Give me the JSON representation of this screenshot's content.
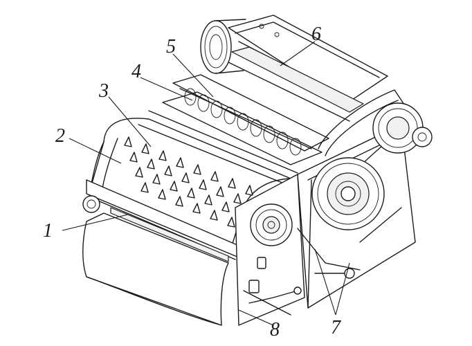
{
  "figure": {
    "callouts": [
      {
        "id": "1",
        "label": "1"
      },
      {
        "id": "2",
        "label": "2"
      },
      {
        "id": "3",
        "label": "3"
      },
      {
        "id": "4",
        "label": "4"
      },
      {
        "id": "5",
        "label": "5"
      },
      {
        "id": "6",
        "label": "6"
      },
      {
        "id": "7",
        "label": "7"
      },
      {
        "id": "8",
        "label": "8"
      }
    ]
  }
}
